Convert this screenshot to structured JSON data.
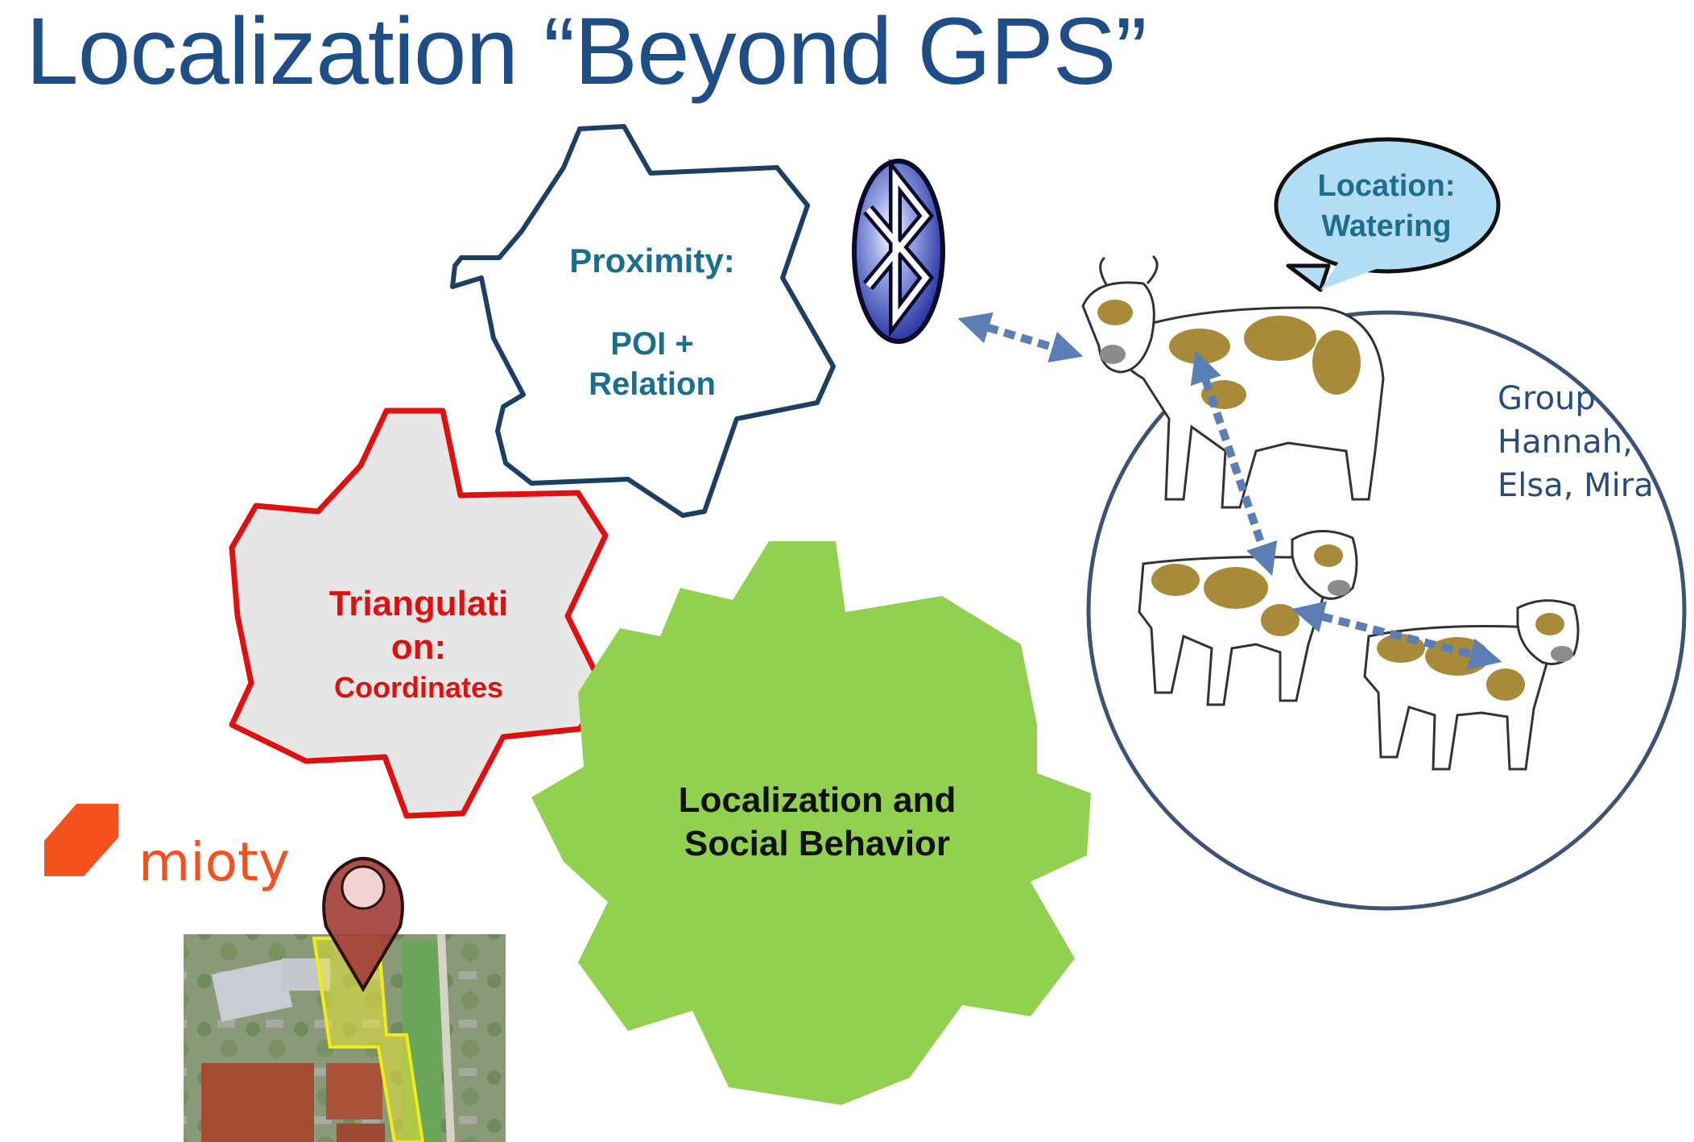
{
  "title": "Localization “Beyond GPS”",
  "gears": {
    "proximity": {
      "line1": "Proximity:",
      "line2": "POI +",
      "line3": "Relation"
    },
    "triangulation": {
      "line1": "Triangulati",
      "line2": "on:",
      "line3": "Coordinates"
    },
    "localization": {
      "line1": "Localization and",
      "line2": "Social Behavior"
    }
  },
  "bubble": {
    "line1": "Location:",
    "line2": "Watering"
  },
  "group": {
    "line1": "Group",
    "line2": "Hannah,",
    "line3": "Elsa, Mira"
  },
  "brand": {
    "name": "mioty"
  },
  "icons": {
    "bluetooth": "bluetooth-icon",
    "map_pin": "map-pin-icon",
    "logo": "mioty-logo-icon"
  },
  "colors": {
    "title": "#1f4e86",
    "proximity_gear_stroke": "#1c3f63",
    "proximity_text": "#1c6f8c",
    "triangulation_stroke": "#e01010",
    "triangulation_fill": "#e6e6e6",
    "localization_gear": "#92d050",
    "bubble_fill": "#b3dcf5",
    "arrow": "#5b7fb5",
    "brand": "#f4511e"
  }
}
